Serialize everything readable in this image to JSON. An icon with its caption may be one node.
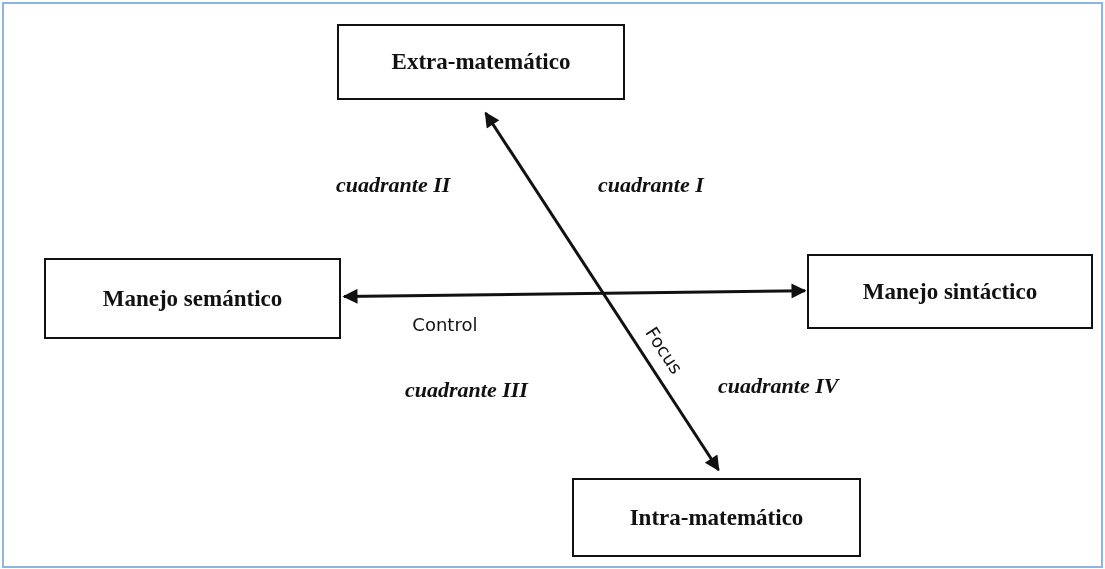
{
  "diagram": {
    "nodes": [
      {
        "text": [
          "Extra-matemático"
        ]
      },
      {
        "text": [
          "Manejo semántico"
        ]
      },
      {
        "text": [
          "Manejo sintáctico"
        ]
      },
      {
        "text": [
          "Intra-matemático"
        ]
      }
    ],
    "edges": [
      {
        "from": 0,
        "to": 3,
        "arrow": "both",
        "label": "Focus"
      },
      {
        "from": 1,
        "to": 2,
        "arrow": "both",
        "label": "Control"
      }
    ],
    "labels": [
      "cuadrante II",
      "cuadrante I",
      "cuadrante III",
      "cuadrante IV"
    ]
  }
}
